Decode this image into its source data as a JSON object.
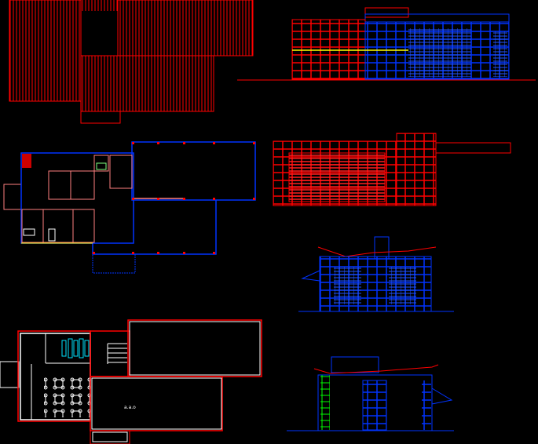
{
  "colors": {
    "background": "#000000",
    "red": "#ff0000",
    "blue": "#0033ff",
    "white": "#ffffff",
    "cyan": "#00e5ff",
    "green": "#00ff00",
    "pink": "#ff8080",
    "yellow": "#ffff00"
  },
  "drawings": [
    "roof-plan",
    "front-elevation",
    "rear-elevation",
    "ground-floor-plan",
    "side-elevation-1",
    "side-elevation-2",
    "first-floor-plan"
  ],
  "plan_label": "a.a.o"
}
